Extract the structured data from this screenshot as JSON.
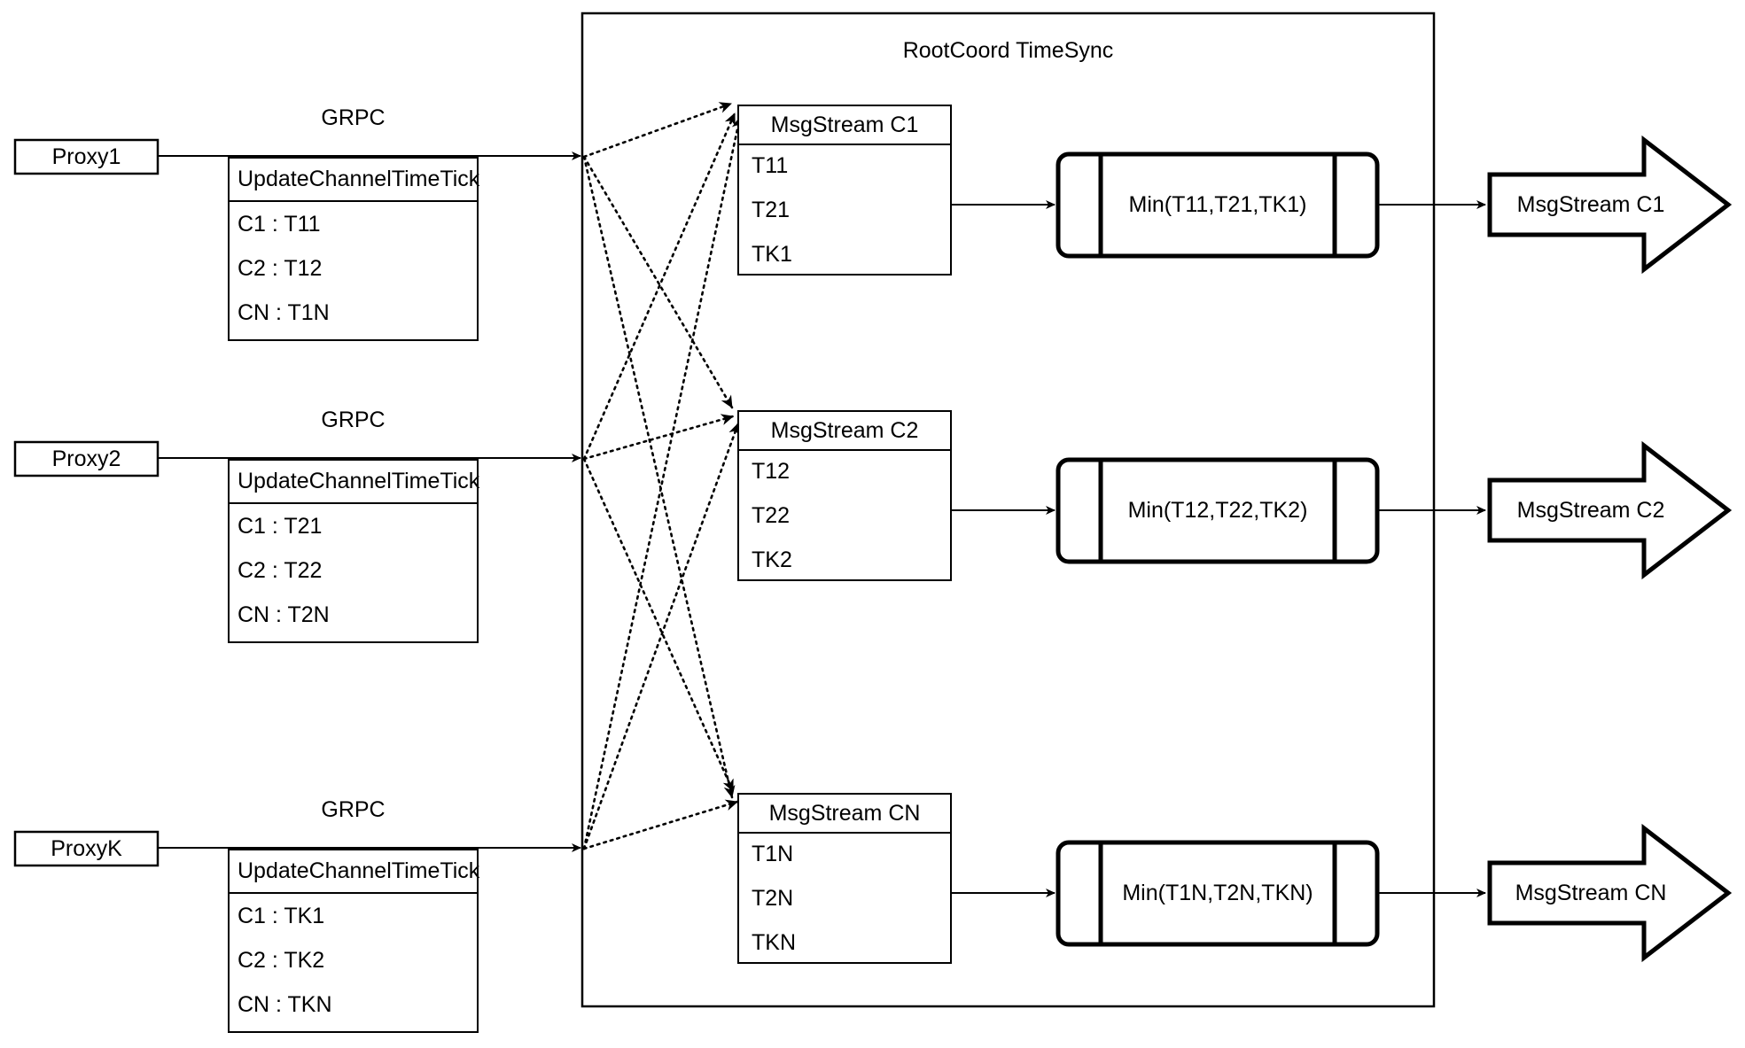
{
  "diagram": {
    "container_title": "RootCoord TimeSync",
    "link_label": "GRPC",
    "proxies": [
      {
        "name": "Proxy1",
        "rpc_title": "UpdateChannelTimeTick",
        "entries": [
          "C1 :  T11",
          "C2 :  T12",
          "CN : T1N"
        ]
      },
      {
        "name": "Proxy2",
        "rpc_title": "UpdateChannelTimeTick",
        "entries": [
          "C1 :  T21",
          "C2 :  T22",
          "CN : T2N"
        ]
      },
      {
        "name": "ProxyK",
        "rpc_title": "UpdateChannelTimeTick",
        "entries": [
          "C1 :  TK1",
          "C2 :  TK2",
          "CN : TKN"
        ]
      }
    ],
    "channels": [
      {
        "stream_title": "MsgStream C1",
        "ticks": [
          "T11",
          "T21",
          "TK1"
        ],
        "min_label": "Min(T11,T21,TK1)",
        "output_label": "MsgStream C1"
      },
      {
        "stream_title": "MsgStream C2",
        "ticks": [
          "T12",
          "T22",
          "TK2"
        ],
        "min_label": "Min(T12,T22,TK2)",
        "output_label": "MsgStream C2"
      },
      {
        "stream_title": "MsgStream CN",
        "ticks": [
          "T1N",
          "T2N",
          "TKN"
        ],
        "min_label": "Min(T1N,T2N,TKN)",
        "output_label": "MsgStream CN"
      }
    ],
    "colors": {
      "stroke": "#000000",
      "background": "#ffffff"
    }
  }
}
